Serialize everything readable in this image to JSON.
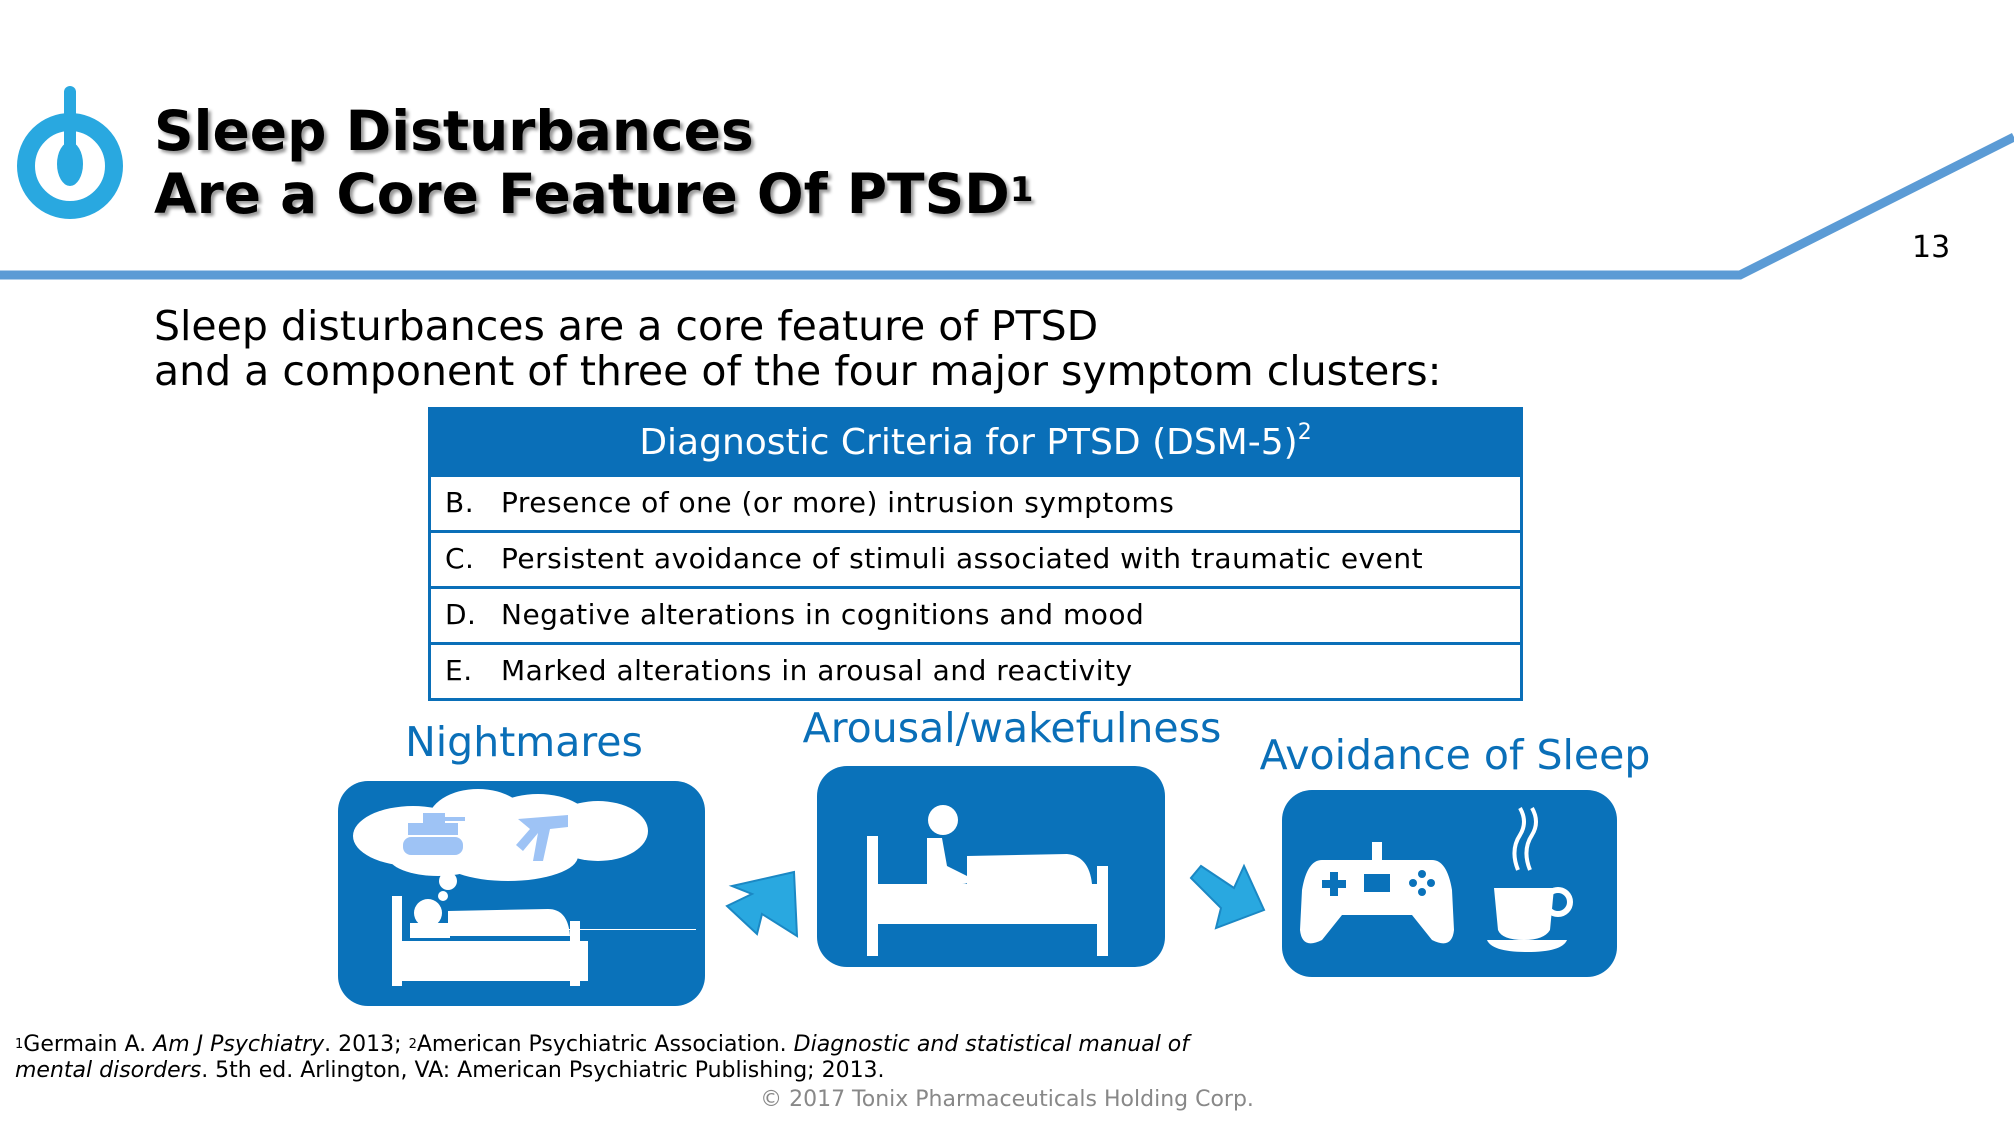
{
  "header": {
    "title_line1": "Sleep Disturbances",
    "title_line2": "Are a Core Feature Of PTSD",
    "title_sup": "1",
    "page_number": "13",
    "logo": "power-button-logo",
    "accent_color": "#5b9bd5"
  },
  "subtitle": {
    "line1": "Sleep disturbances are a core feature of PTSD",
    "line2": "and a component of three of the four major symptom clusters:"
  },
  "table": {
    "header": "Diagnostic Criteria for PTSD (DSM-5)",
    "header_sup": "2",
    "rows": [
      {
        "letter": "B.",
        "text": "Presence of one (or more) intrusion symptoms"
      },
      {
        "letter": "C.",
        "text": "Persistent avoidance of stimuli associated with traumatic event"
      },
      {
        "letter": "D.",
        "text": "Negative alterations in cognitions and mood"
      },
      {
        "letter": "E.",
        "text": "Marked alterations in arousal and reactivity"
      }
    ],
    "color": "#0a6fb8"
  },
  "panels": [
    {
      "label": "Nightmares",
      "icon": "nightmare-bed-icon"
    },
    {
      "label": "Arousal/wakefulness",
      "icon": "awake-in-bed-icon"
    },
    {
      "label": "Avoidance of Sleep",
      "icon": "gamepad-coffee-icon"
    }
  ],
  "footnote": {
    "sup1": "1",
    "part1": "Germain A. ",
    "journal": "Am J Psychiatry",
    "part2": ". 2013; ",
    "sup2": "2",
    "part3": "American Psychiatric Association. ",
    "book": "Diagnostic and statistical manual of mental disorders",
    "part4": ". 5th ed. Arlington, VA: American Psychiatric Publishing; 2013."
  },
  "copyright": "© 2017 Tonix Pharmaceuticals Holding Corp."
}
